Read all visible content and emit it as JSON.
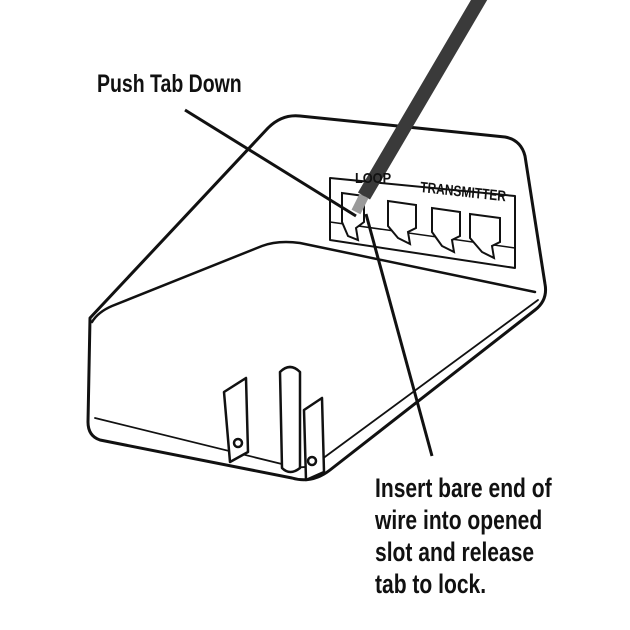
{
  "callouts": {
    "push_tab": "Push Tab Down",
    "insert_lines": [
      "Insert bare end of",
      "wire into opened",
      "slot and release",
      "tab to lock."
    ]
  },
  "panel_labels": {
    "loop": "LOOP",
    "transmitter": "TRANSMITTER"
  },
  "colors": {
    "line": "#111111",
    "screwdriver": "#3a3a3a",
    "tip": "#9a9a9a"
  }
}
